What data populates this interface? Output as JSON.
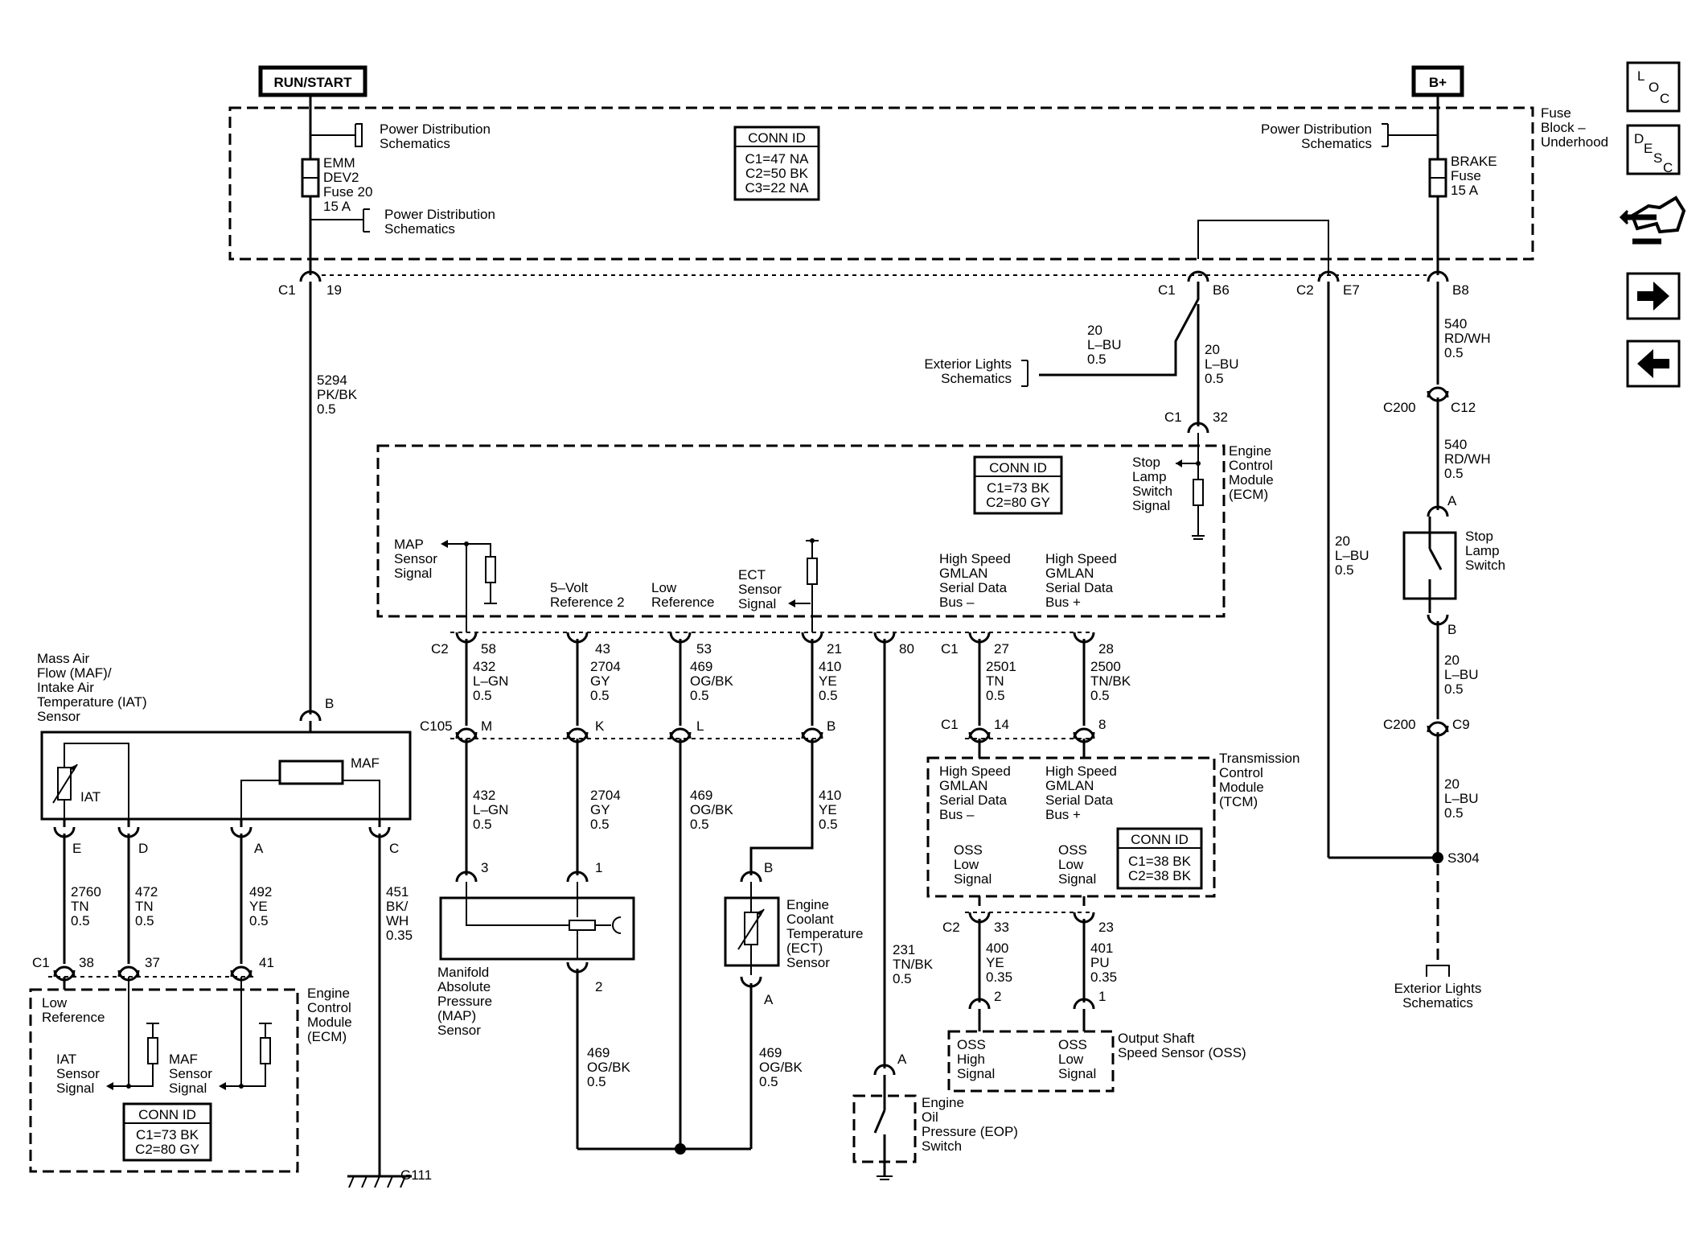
{
  "top": {
    "run_start": "RUN/START",
    "bplus": "B+"
  },
  "nav": {
    "loc": [
      "L",
      "O",
      "C"
    ],
    "desc": [
      "D",
      "E",
      "S",
      "C"
    ],
    "icons": [
      "vehicle-tools-icon",
      "arrow-right-icon",
      "arrow-left-icon"
    ]
  },
  "fuse_block": {
    "lines": [
      "Fuse",
      "Block –",
      "Underhood"
    ]
  },
  "power_dist": [
    "Power Distribution",
    "Schematics"
  ],
  "emm_fuse": [
    "EMM",
    "DEV2",
    "Fuse 20",
    "15 A"
  ],
  "brake_fuse": [
    "BRAKE",
    "Fuse",
    "15 A"
  ],
  "conn_fb": {
    "title": "CONN ID",
    "rows": [
      "C1=47 NA",
      "C2=50 BK",
      "C3=22 NA"
    ]
  },
  "conn_ecm": {
    "title": "CONN ID",
    "rows": [
      "C1=73 BK",
      "C2=80 GY"
    ]
  },
  "conn_tcm": {
    "title": "CONN ID",
    "rows": [
      "C1=38 BK",
      "C2=38 BK"
    ]
  },
  "conn_ecm2": {
    "title": "CONN ID",
    "rows": [
      "C1=73 BK",
      "C2=80 GY"
    ]
  },
  "pins": {
    "c1": "C1",
    "p19": "19",
    "c1b": "C1",
    "b6": "B6",
    "c2": "C2",
    "e7": "E7",
    "b8": "B8",
    "c1_32": "C1",
    "p32": "32",
    "c200a": "C200",
    "c12": "C12",
    "c200b": "C200",
    "c9": "C9",
    "a": "A",
    "b": "B",
    "s304": "S304",
    "c2ecm": "C2",
    "p58": "58",
    "p43": "43",
    "p53": "53",
    "p21": "21",
    "p80": "80",
    "c1ecm": "C1",
    "p27": "27",
    "p28": "28",
    "c105": "C105",
    "m": "M",
    "k": "K",
    "l": "L",
    "bc": "B",
    "c1t": "C1",
    "p14": "14",
    "p8": "8",
    "maf_b": "B",
    "e": "E",
    "d": "D",
    "pa": "A",
    "pc": "C",
    "c1m": "C1",
    "p38": "38",
    "p37": "37",
    "p41": "41",
    "map3": "3",
    "map1": "1",
    "map2": "2",
    "ectb": "B",
    "ecta": "A",
    "eopa": "A",
    "c2t": "C2",
    "p33": "33",
    "p23": "23",
    "oss2": "2",
    "oss1": "1",
    "g111": "G111"
  },
  "wires": {
    "w5294": [
      "5294",
      "PK/BK",
      "0.5"
    ],
    "w20a": [
      "20",
      "L–BU",
      "0.5"
    ],
    "w20b": [
      "20",
      "L–BU",
      "0.5"
    ],
    "w540a": [
      "540",
      "RD/WH",
      "0.5"
    ],
    "w540b": [
      "540",
      "RD/WH",
      "0.5"
    ],
    "w20c": [
      "20",
      "L–BU",
      "0.5"
    ],
    "w20d": [
      "20",
      "L–BU",
      "0.5"
    ],
    "w20e": [
      "20",
      "L–BU",
      "0.5"
    ],
    "w432a": [
      "432",
      "L–GN",
      "0.5"
    ],
    "w2704a": [
      "2704",
      "GY",
      "0.5"
    ],
    "w469a": [
      "469",
      "OG/BK",
      "0.5"
    ],
    "w410a": [
      "410",
      "YE",
      "0.5"
    ],
    "w2501": [
      "2501",
      "TN",
      "0.5"
    ],
    "w2500": [
      "2500",
      "TN/BK",
      "0.5"
    ],
    "w432b": [
      "432",
      "L–GN",
      "0.5"
    ],
    "w2704b": [
      "2704",
      "GY",
      "0.5"
    ],
    "w469b": [
      "469",
      "OG/BK",
      "0.5"
    ],
    "w410b": [
      "410",
      "YE",
      "0.5"
    ],
    "w2760": [
      "2760",
      "TN",
      "0.5"
    ],
    "w472": [
      "472",
      "TN",
      "0.5"
    ],
    "w492": [
      "492",
      "YE",
      "0.5"
    ],
    "w451": [
      "451",
      "BK/",
      "WH",
      "0.35"
    ],
    "w469c": [
      "469",
      "OG/BK",
      "0.5"
    ],
    "w469d": [
      "469",
      "OG/BK",
      "0.5"
    ],
    "w231": [
      "231",
      "TN/BK",
      "0.5"
    ],
    "w400": [
      "400",
      "YE",
      "0.35"
    ],
    "w401": [
      "401",
      "PU",
      "0.35"
    ]
  },
  "labels": {
    "ext_lights": [
      "Exterior Lights",
      "Schematics"
    ],
    "ext_lights2": [
      "Exterior Lights",
      "Schematics"
    ],
    "ecm_top": [
      "Engine",
      "Control",
      "Module",
      "(ECM)"
    ],
    "stop_lamp_signal": [
      "Stop",
      "Lamp",
      "Switch",
      "Signal"
    ],
    "stop_lamp_switch": [
      "Stop",
      "Lamp",
      "Switch"
    ],
    "map_signal": [
      "MAP",
      "Sensor",
      "Signal"
    ],
    "ref5v": [
      "5–Volt",
      "Reference 2"
    ],
    "low_ref": [
      "Low",
      "Reference"
    ],
    "ect_signal": [
      "ECT",
      "Sensor",
      "Signal"
    ],
    "hs_minus": [
      "High Speed",
      "GMLAN",
      "Serial Data",
      "Bus –"
    ],
    "hs_plus": [
      "High Speed",
      "GMLAN",
      "Serial Data",
      "Bus +"
    ],
    "maf_sensor": [
      "Mass Air",
      "Flow (MAF)/",
      "Intake Air",
      "Temperature (IAT)",
      "Sensor"
    ],
    "iat": "IAT",
    "maf": "MAF",
    "tcm_hs_minus": [
      "High Speed",
      "GMLAN",
      "Serial Data",
      "Bus –"
    ],
    "tcm_hs_plus": [
      "High Speed",
      "GMLAN",
      "Serial Data",
      "Bus +"
    ],
    "tcm": [
      "Transmission",
      "Control",
      "Module",
      "(TCM)"
    ],
    "oss_low1": [
      "OSS",
      "Low",
      "Signal"
    ],
    "oss_low2": [
      "OSS",
      "Low",
      "Signal"
    ],
    "map_sensor": [
      "Manifold",
      "Absolute",
      "Pressure",
      "(MAP)",
      "Sensor"
    ],
    "ect_sensor": [
      "Engine",
      "Coolant",
      "Temperature",
      "(ECT)",
      "Sensor"
    ],
    "oss_sensor": [
      "Output Shaft",
      "Speed Sensor (OSS)"
    ],
    "oss_high": [
      "OSS",
      "High",
      "Signal"
    ],
    "oss_low3": [
      "OSS",
      "Low",
      "Signal"
    ],
    "ecm_bot": [
      "Engine",
      "Control",
      "Module",
      "(ECM)"
    ],
    "low_ref2": [
      "Low",
      "Reference"
    ],
    "iat_signal": [
      "IAT",
      "Sensor",
      "Signal"
    ],
    "maf_signal": [
      "MAF",
      "Sensor",
      "Signal"
    ],
    "eop": [
      "Engine",
      "Oil",
      "Pressure (EOP)",
      "Switch"
    ]
  }
}
